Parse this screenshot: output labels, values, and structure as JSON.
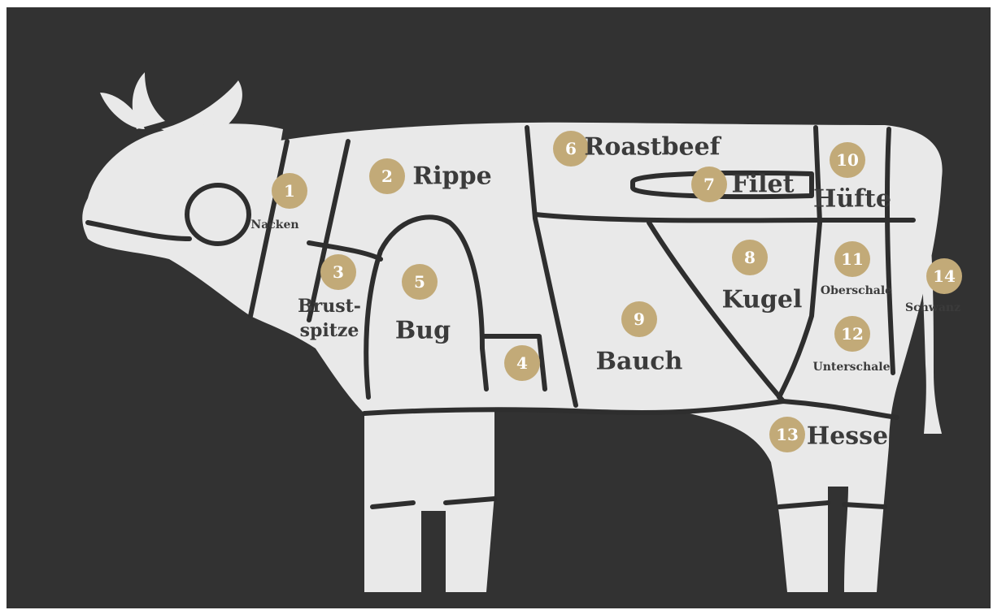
{
  "colors": {
    "board": "#2f2f2f",
    "chalk": "#e9e9e9",
    "seam": "#2e2e2e",
    "badge": "#c2aa78",
    "label": "#3b3b3b"
  },
  "cuts": [
    {
      "id": "nacken",
      "number": "1",
      "label": "Nacken"
    },
    {
      "id": "rippe",
      "number": "2",
      "label": "Rippe"
    },
    {
      "id": "brustspitze",
      "number": "3",
      "label_lines": [
        "Brust-",
        "spitze"
      ]
    },
    {
      "id": "cut-4",
      "number": "4",
      "label": ""
    },
    {
      "id": "bug",
      "number": "5",
      "label": "Bug"
    },
    {
      "id": "roastbeef",
      "number": "6",
      "label": "Roastbeef"
    },
    {
      "id": "filet",
      "number": "7",
      "label": "Filet"
    },
    {
      "id": "kugel",
      "number": "8",
      "label": "Kugel"
    },
    {
      "id": "bauch",
      "number": "9",
      "label": "Bauch"
    },
    {
      "id": "huefte",
      "number": "10",
      "label": "Hüfte"
    },
    {
      "id": "oberschale",
      "number": "11",
      "label": "Oberschale"
    },
    {
      "id": "unterschale",
      "number": "12",
      "label": "Unterschale"
    },
    {
      "id": "hesse",
      "number": "13",
      "label": "Hesse"
    },
    {
      "id": "schwanz",
      "number": "14",
      "label": "Schwanz"
    }
  ]
}
